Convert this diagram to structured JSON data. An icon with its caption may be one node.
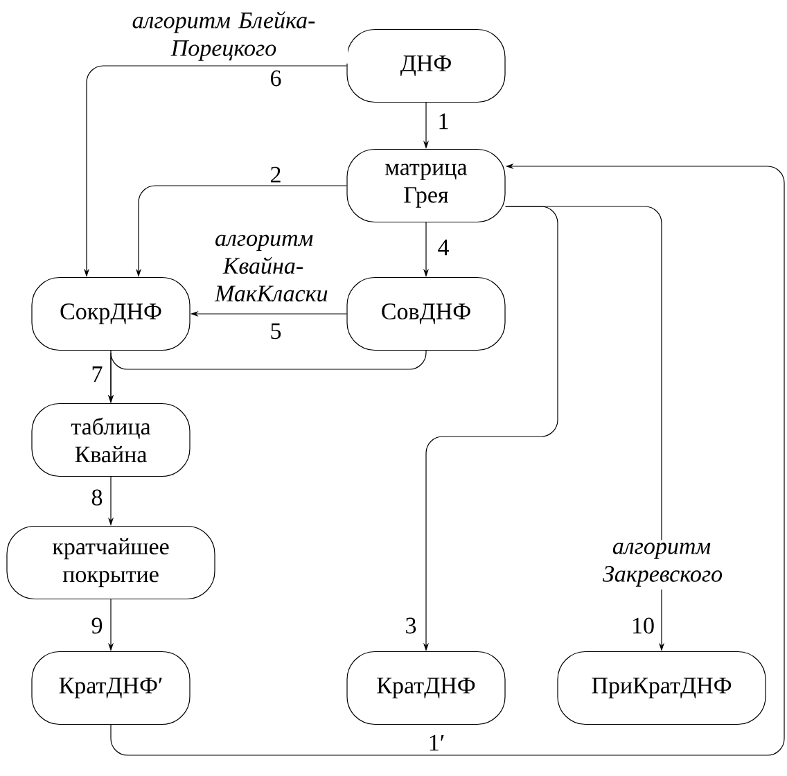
{
  "diagram": {
    "nodes": [
      {
        "text": [
          "ДНФ"
        ]
      },
      {
        "text": [
          "матрица Грея"
        ]
      },
      {
        "text": [
          "СокрДНФ"
        ]
      },
      {
        "text": [
          "СовДНФ"
        ]
      },
      {
        "text": [
          "таблица Квайна"
        ]
      },
      {
        "text": [
          "кратчайшее покрытие"
        ]
      },
      {
        "text": [
          "КратДНФ′"
        ]
      },
      {
        "text": [
          "КратДНФ"
        ]
      },
      {
        "text": [
          "ПриКратДНФ"
        ]
      }
    ],
    "edges": [
      {
        "from": 0,
        "to": 1,
        "arrow": "to",
        "label": "1"
      },
      {
        "from": 1,
        "to": 2,
        "arrow": "to",
        "label": "2"
      },
      {
        "from": 1,
        "to": 7,
        "arrow": "to",
        "label": "3"
      },
      {
        "from": 1,
        "to": 3,
        "arrow": "to",
        "label": "4"
      },
      {
        "from": 3,
        "to": 2,
        "arrow": "to",
        "label": "5"
      },
      {
        "from": 0,
        "to": 2,
        "arrow": "to",
        "label": "6"
      },
      {
        "from": 2,
        "to": 4,
        "arrow": "to",
        "label": "7"
      },
      {
        "from": 3,
        "to": 4,
        "arrow": "to"
      },
      {
        "from": 4,
        "to": 5,
        "arrow": "to",
        "label": "8"
      },
      {
        "from": 5,
        "to": 6,
        "arrow": "to",
        "label": "9"
      },
      {
        "from": 1,
        "to": 8,
        "arrow": "to",
        "label": "10"
      },
      {
        "from": 6,
        "to": 1,
        "arrow": "to",
        "label": "1′"
      }
    ],
    "labels": [
      "алгоритм Блейка-Порецкого",
      "алгоритм Квайна-МакКласки",
      "алгоритм Закревского"
    ]
  }
}
